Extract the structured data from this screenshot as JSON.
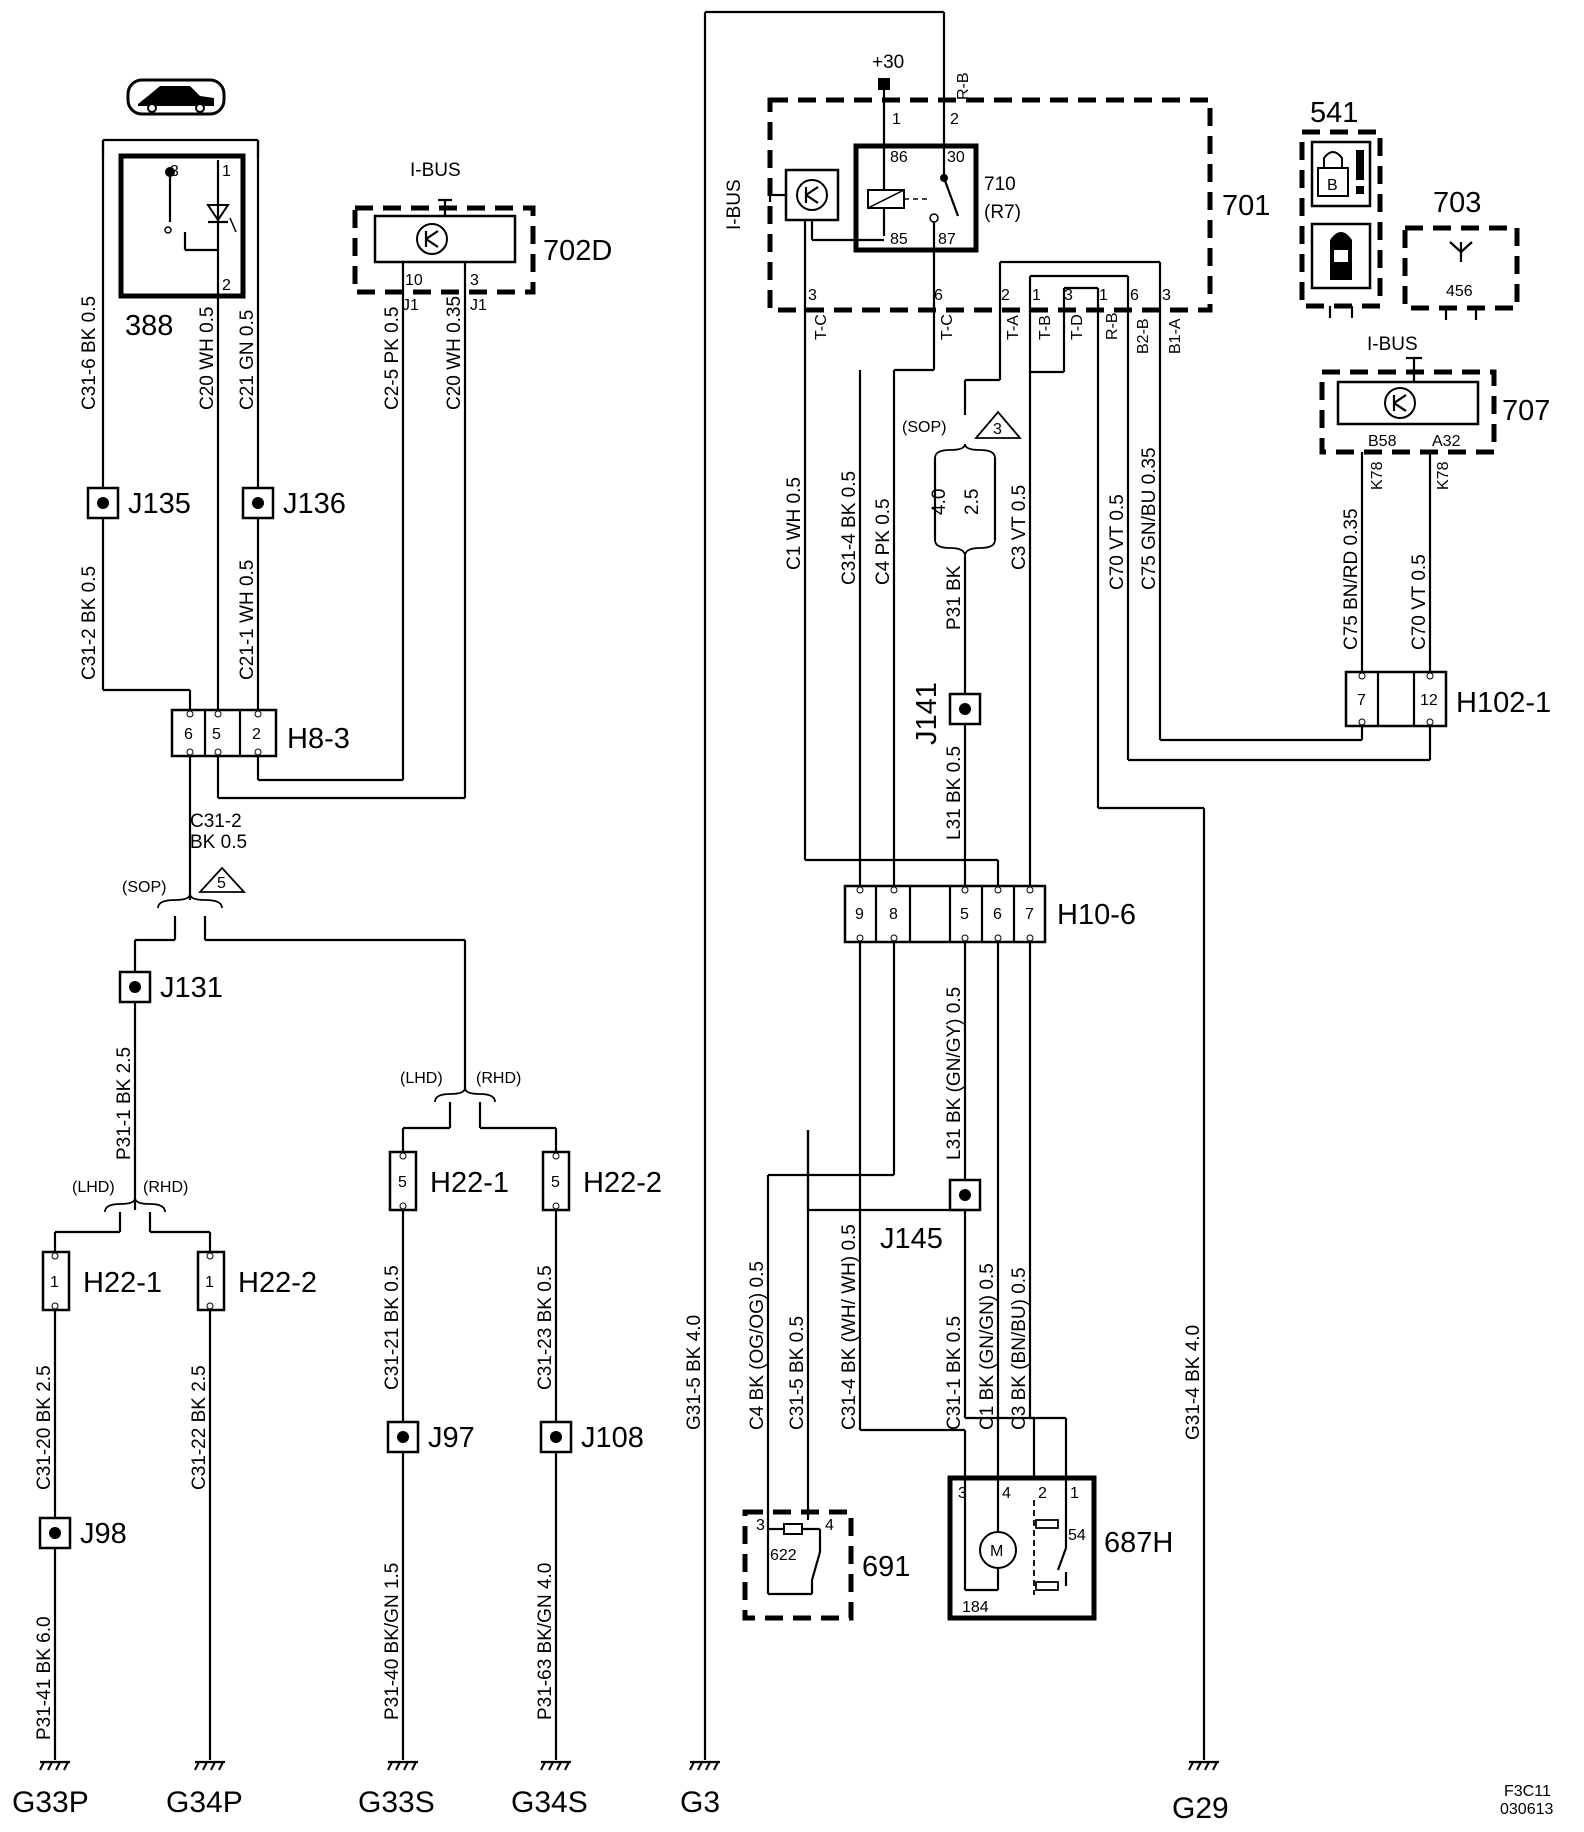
{
  "diagram": {
    "labels": {
      "c388": "388",
      "c702d": "702D",
      "c701": "701",
      "c710": "710",
      "c710b": "(R7)",
      "c541": "541",
      "c703": "703",
      "c707": "707",
      "c691": "691",
      "c687h": "687H",
      "ibus1": "I-BUS",
      "ibus2": "I-BUS",
      "ibus3": "I-BUS",
      "plus30": "+30",
      "rb": "R-B",
      "h83": "H8-3",
      "h106": "H10-6",
      "h1021": "H102-1",
      "h221a": "H22-1",
      "h222a": "H22-2",
      "h221b": "H22-1",
      "h222b": "H22-2",
      "j135": "J135",
      "j136": "J136",
      "j131": "J131",
      "j141": "J141",
      "j145": "J145",
      "j97": "J97",
      "j108": "J108",
      "j98": "J98",
      "g33p": "G33P",
      "g34p": "G34P",
      "g33s": "G33S",
      "g34s": "G34S",
      "g3": "G3",
      "g29": "G29",
      "sop1": "(SOP)",
      "sop2": "(SOP)",
      "lhd1": "(LHD)",
      "rhd1": "(RHD)",
      "lhd2": "(LHD)",
      "rhd2": "(RHD)",
      "tri5": "5",
      "tri3": "3",
      "code1": "F3C11",
      "code2": "030613",
      "p622": "622",
      "p184": "184",
      "p456": "456",
      "p54": "54"
    },
    "wires": {
      "w1": "C31-6  BK  0.5",
      "w2": "C20  WH  0.5",
      "w3": "C21  GN  0.5",
      "w4": "C2-5  PK  0.5",
      "w5": "C20  WH  0.35",
      "w6": "C31-2  BK  0.5",
      "w7": "C21-1  WH  0.5",
      "w8a": "C31-2",
      "w8b": "BK   0.5",
      "w9": "P31-1  BK  2.5",
      "w10": "C31-20  BK  2.5",
      "w11": "C31-22  BK  2.5",
      "w12": "P31-41 BK  6.0",
      "w13": "C31-21  BK  0.5",
      "w14": "C31-23  BK  0.5",
      "w15": "P31-40  BK/GN  1.5",
      "w16": "P31-63  BK/GN  4.0",
      "w17": "G31-5  BK  4.0",
      "w18": "G31-4  BK  4.0",
      "w19": "C1  WH  0.5",
      "w20": "C31-4  BK  0.5",
      "w21": "C4  PK  0.5",
      "w22a": "4.0",
      "w22b": "2.5",
      "w23": "C3  VT  0.5",
      "w24": "C70  VT  0.5",
      "w25": "C75  GN/BU  0.35",
      "w26": "P31  BK",
      "w27": "L31  BK  0.5",
      "w28": "L31  BK  (GN/GY)  0.5",
      "w29": "C75  BN/RD  0.35",
      "w30": "C70  VT  0.5",
      "w31": "C4  BK  (OG/OG)  0.5",
      "w32": "C31-5  BK  0.5",
      "w33": "C31-4  BK  (WH/ WH)  0.5",
      "w34": "C31-1  BK  0.5",
      "w35": "C1  BK  (GN/GN)  0.5",
      "w36": "C3  BK  (BN/BU)  0.5",
      "tc1": "T-C",
      "tc2": "T-C",
      "ta": "T-A",
      "tb": "T-B",
      "td": "T-D",
      "rb2": "R-B",
      "b2b": "B2-B",
      "b1a": "B1-A",
      "k78a": "K78",
      "k78b": "K78",
      "b58": "B58",
      "a32": "A32",
      "j1a": "J1",
      "j1b": "J1"
    },
    "pins": {
      "p3": "3",
      "p1": "1",
      "p2": "2",
      "p10": "10",
      "p3b": "3",
      "h6": "6",
      "h5": "5",
      "h2": "2",
      "r1": "1",
      "r2": "2",
      "r86": "86",
      "r30": "30",
      "r85": "85",
      "r87": "87",
      "c3": "3",
      "c6": "6",
      "c2": "2",
      "c1": "1",
      "c3b": "3",
      "c1b": "1",
      "c6b": "6",
      "c3c": "3",
      "k9": "9",
      "k8": "8",
      "k5": "5",
      "k6": "6",
      "k7": "7",
      "m7": "7",
      "m12": "12",
      "hp1a": "1",
      "hp1b": "1",
      "hp5a": "5",
      "hp5b": "5",
      "s3": "3",
      "s4": "4",
      "m3": "3",
      "m4": "4",
      "m2": "2",
      "m1": "1"
    }
  }
}
